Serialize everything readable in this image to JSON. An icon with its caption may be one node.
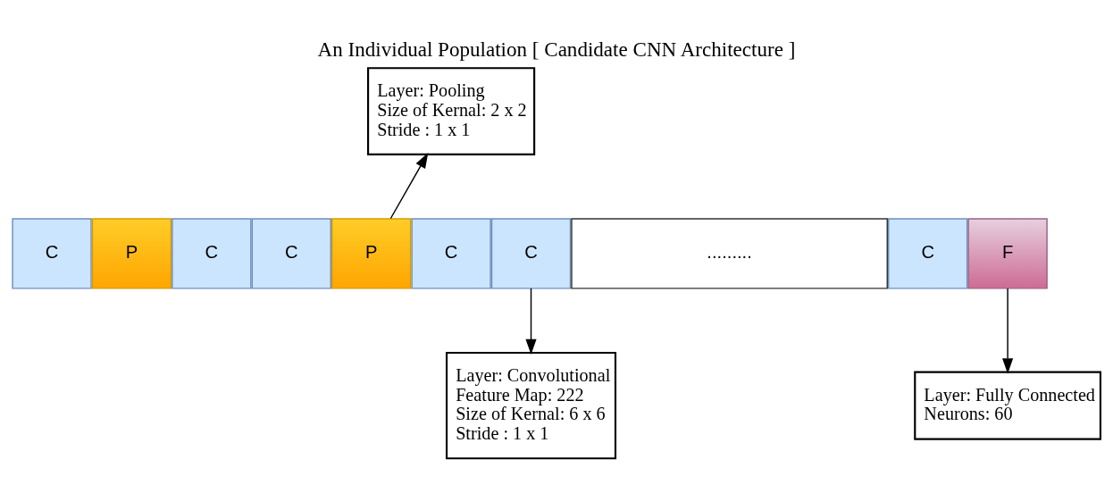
{
  "diagram": {
    "title": "An Individual Population [ Candidate CNN Architecture ]",
    "nodes": [
      {
        "text": [
          "Layer: Pooling",
          "Size of Kernal: 2 x 2",
          "Stride : 1 x 1"
        ]
      },
      {
        "text": [
          "C"
        ]
      },
      {
        "text": [
          "P"
        ]
      },
      {
        "text": [
          "C"
        ]
      },
      {
        "text": [
          "C"
        ]
      },
      {
        "text": [
          "P"
        ]
      },
      {
        "text": [
          "C"
        ]
      },
      {
        "text": [
          "C"
        ]
      },
      {
        "text": [
          "........."
        ]
      },
      {
        "text": [
          "C"
        ]
      },
      {
        "text": [
          "F"
        ]
      },
      {
        "text": [
          "Layer: Convolutional",
          "Feature Map: 222",
          "Size of Kernal: 6 x 6",
          "Stride : 1 x 1"
        ]
      },
      {
        "text": [
          "Layer: Fully Connected",
          "Neurons: 60"
        ]
      }
    ],
    "edges": [
      {
        "from": 5,
        "to": 0,
        "arrow": "to"
      },
      {
        "from": 7,
        "to": 11,
        "arrow": "to"
      },
      {
        "from": 10,
        "to": 12,
        "arrow": "to"
      }
    ]
  }
}
